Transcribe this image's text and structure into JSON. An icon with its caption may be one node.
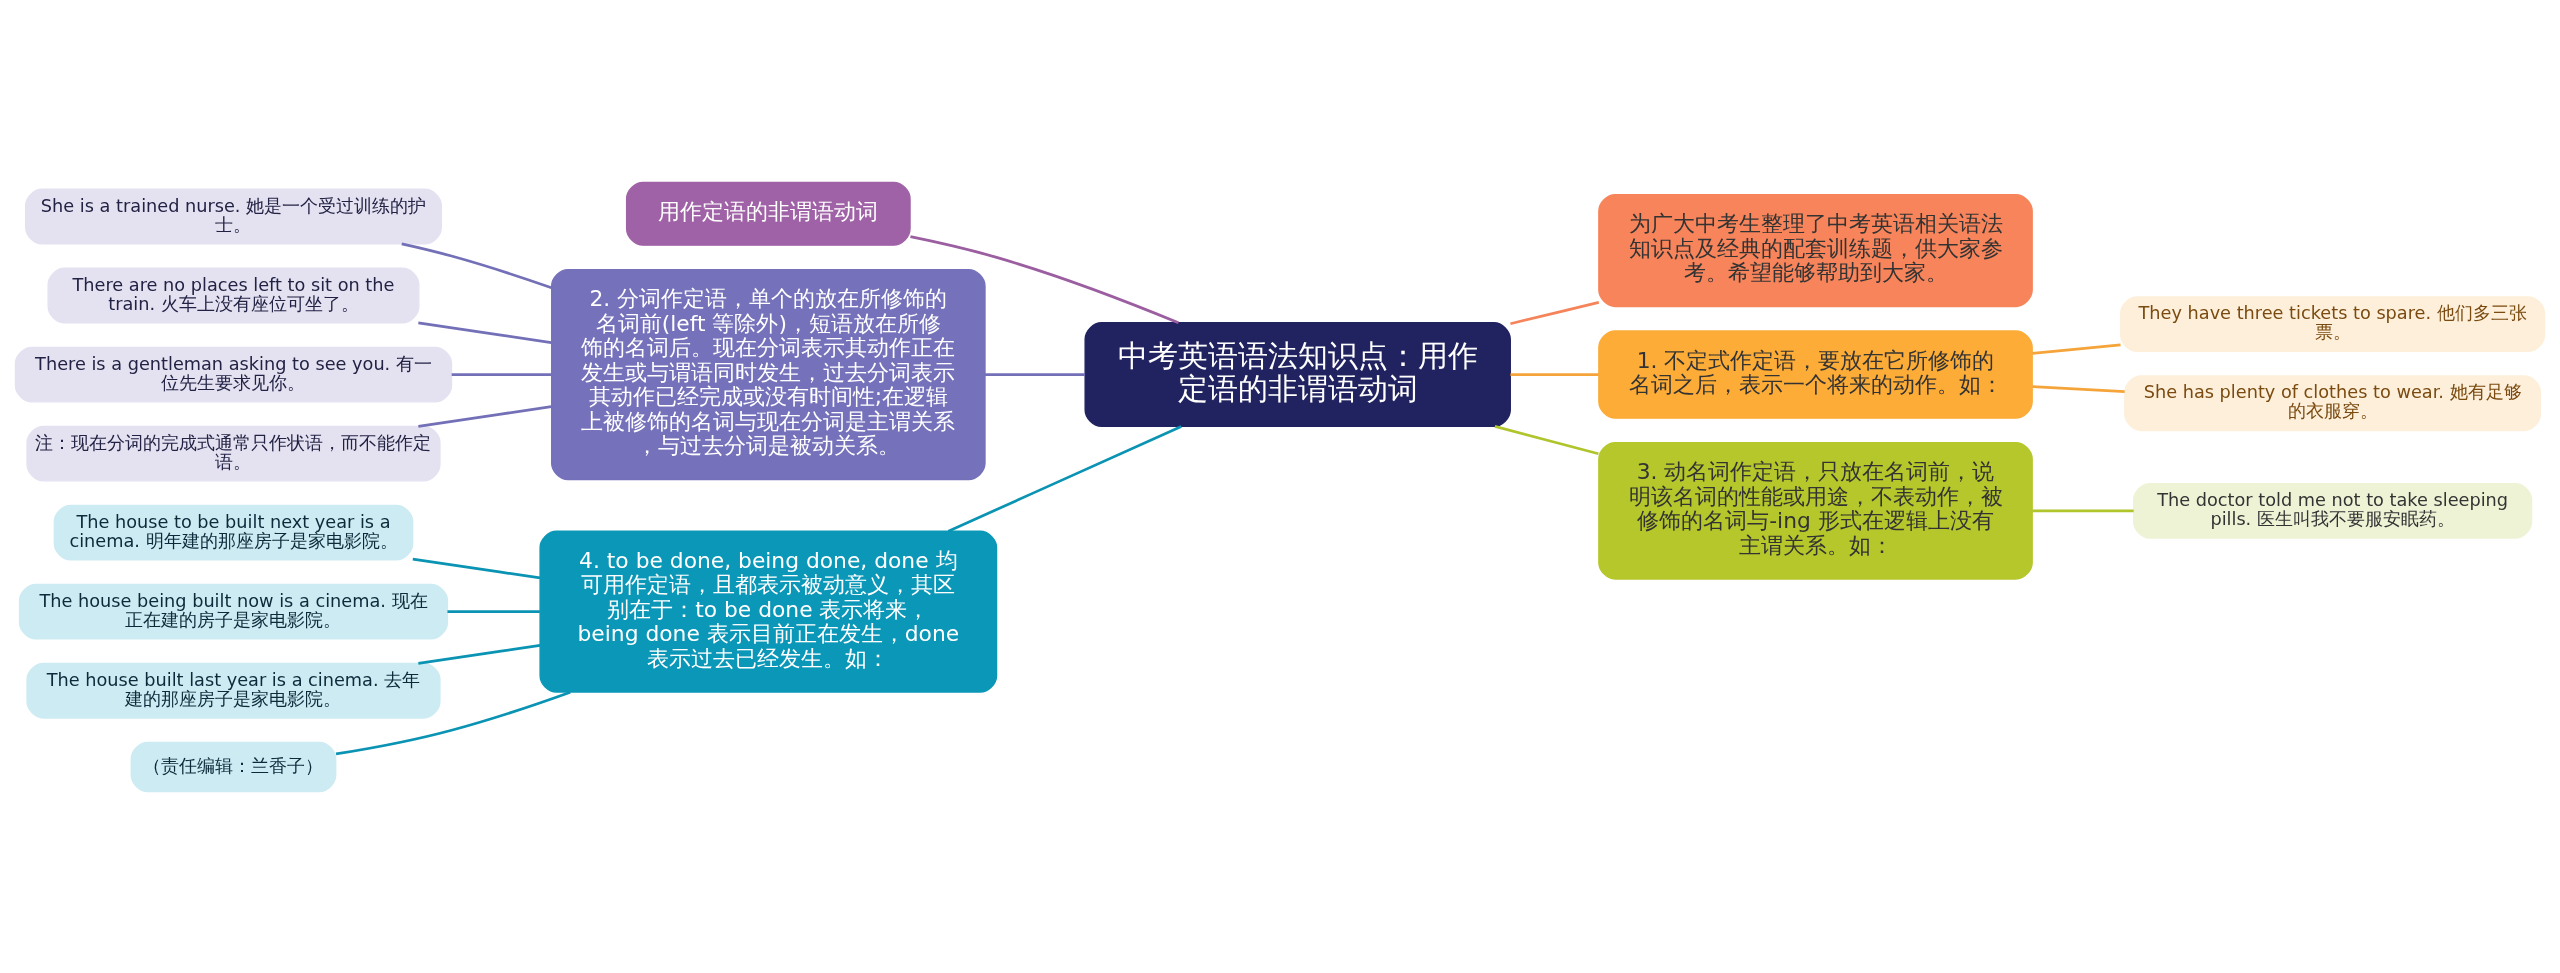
{
  "diagram": {
    "nodes": [
      {
        "text": [
          "中考英语语法知识点：用作定语的非谓语动词"
        ]
      },
      {
        "text": [
          "用作定语的非谓语动词"
        ]
      },
      {
        "text": [
          "2. 分词作定语，单个的放在所修饰的名词前(left 等除外)，短语放在所修饰的名词后。现在分词表示其动作正在发生或与谓语同时发生，过去分词表示其动作已经完成或没有时间性;在逻辑上被修饰的名词与现在分词是主谓关系，与过去分词是被动关系。"
        ]
      },
      {
        "text": [
          "She is a trained nurse. 她是一个受过训练的护士。"
        ]
      },
      {
        "text": [
          "There are no places left to sit on the train. 火车上没有座位可坐了。"
        ]
      },
      {
        "text": [
          "There is a gentleman asking to see you. 有一位先生要求见你。"
        ]
      },
      {
        "text": [
          "注：现在分词的完成式通常只作状语，而不能作定语。"
        ]
      },
      {
        "text": [
          "4. to be done, being done, done 均可用作定语，且都表示被动意义，其区别在于：to be done 表示将来，being done 表示目前正在发生，done 表示过去已经发生。如："
        ]
      },
      {
        "text": [
          "The house to be built next year is a cinema. 明年建的那座房子是家电影院。"
        ]
      },
      {
        "text": [
          "The house being built now is a cinema. 现在正在建的房子是家电影院。"
        ]
      },
      {
        "text": [
          "The house built last year is a cinema. 去年建的那座房子是家电影院。"
        ]
      },
      {
        "text": [
          "（责任编辑：兰香子）"
        ]
      },
      {
        "text": [
          "为广大中考生整理了中考英语相关语法知识点及经典的配套训练题，供大家参考。希望能够帮助到大家。"
        ]
      },
      {
        "text": [
          "1. 不定式作定语，要放在它所修饰的名词之后，表示一个将来的动作。如："
        ]
      },
      {
        "text": [
          "They have three tickets to spare. 他们多三张票。"
        ]
      },
      {
        "text": [
          "She has plenty of clothes to wear. 她有足够的衣服穿。"
        ]
      },
      {
        "text": [
          "3. 动名词作定语，只放在名词前，说明该名词的性能或用途，不表动作，被修饰的名词与-ing 形式在逻辑上没有主谓关系。如："
        ]
      },
      {
        "text": [
          "The doctor told me not to take sleeping pills. 医生叫我不要服安眠药。"
        ]
      }
    ],
    "edges": [
      {
        "from": 0,
        "to": 1,
        "arrow": "none",
        "color": "#9b5ea0"
      },
      {
        "from": 0,
        "to": 2,
        "arrow": "none",
        "color": "#7370b8"
      },
      {
        "from": 2,
        "to": 3,
        "arrow": "none",
        "color": "#7370b8"
      },
      {
        "from": 2,
        "to": 4,
        "arrow": "none",
        "color": "#7370b8"
      },
      {
        "from": 2,
        "to": 5,
        "arrow": "none",
        "color": "#7370b8"
      },
      {
        "from": 2,
        "to": 6,
        "arrow": "none",
        "color": "#7370b8"
      },
      {
        "from": 0,
        "to": 7,
        "arrow": "none",
        "color": "#0a93b3"
      },
      {
        "from": 7,
        "to": 8,
        "arrow": "none",
        "color": "#0a93b3"
      },
      {
        "from": 7,
        "to": 9,
        "arrow": "none",
        "color": "#0a93b3"
      },
      {
        "from": 7,
        "to": 10,
        "arrow": "none",
        "color": "#0a93b3"
      },
      {
        "from": 7,
        "to": 11,
        "arrow": "none",
        "color": "#0a93b3"
      },
      {
        "from": 0,
        "to": 12,
        "arrow": "none",
        "color": "#f5845a"
      },
      {
        "from": 0,
        "to": 13,
        "arrow": "none",
        "color": "#f5a43a"
      },
      {
        "from": 13,
        "to": 14,
        "arrow": "none",
        "color": "#f5a43a"
      },
      {
        "from": 13,
        "to": 15,
        "arrow": "none",
        "color": "#f5a43a"
      },
      {
        "from": 0,
        "to": 16,
        "arrow": "none",
        "color": "#b0c42c"
      },
      {
        "from": 16,
        "to": 17,
        "arrow": "none",
        "color": "#b0c42c"
      }
    ]
  }
}
